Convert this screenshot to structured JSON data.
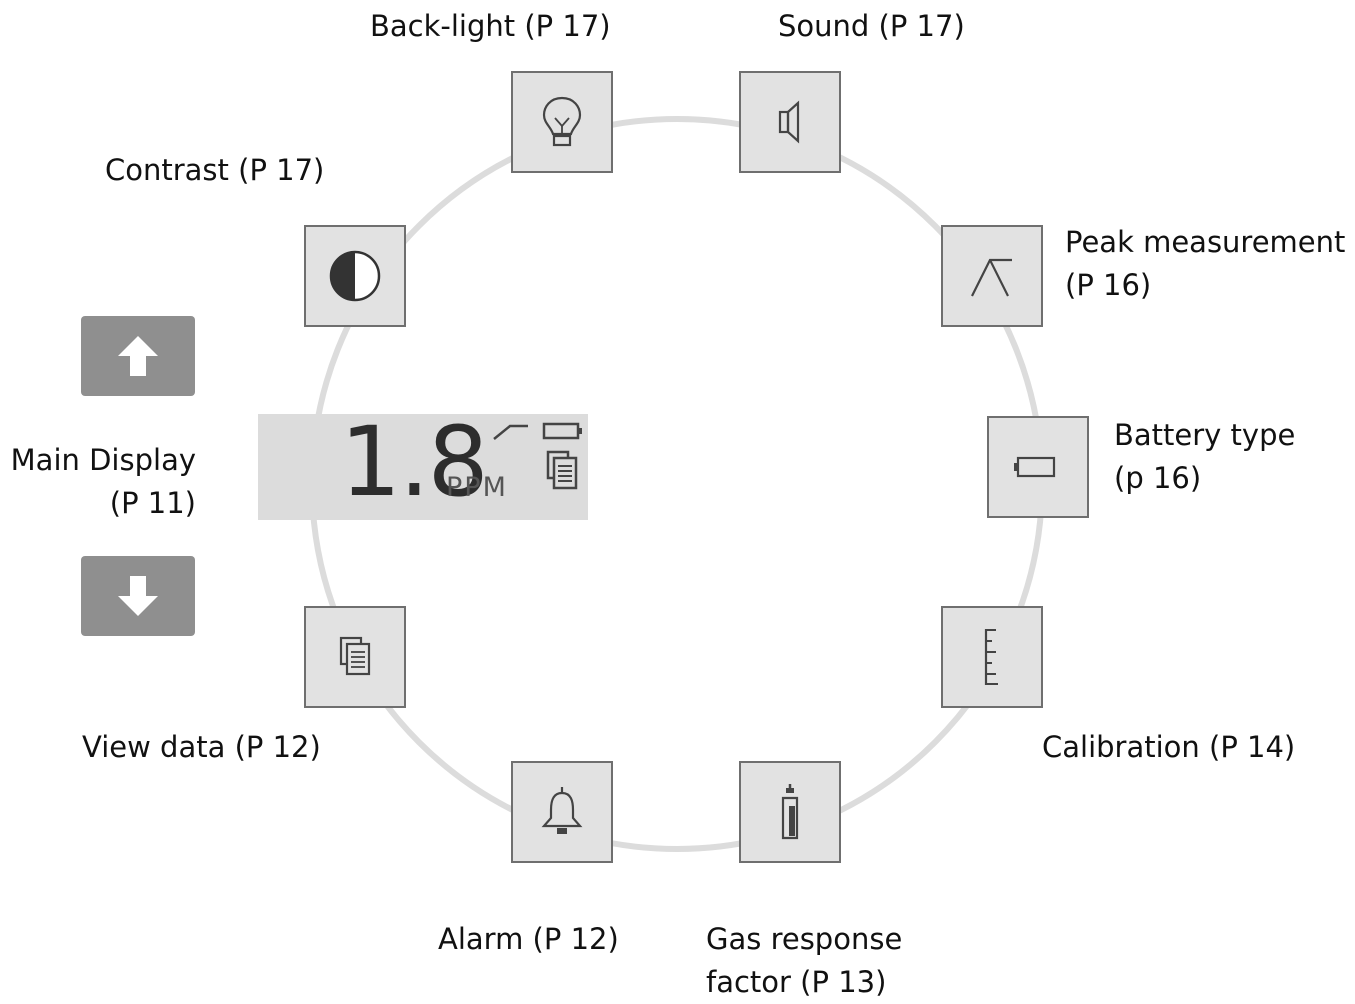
{
  "main_display": {
    "label_line1": "Main Display",
    "label_line2": "(P 11)",
    "reading": "1.8",
    "unit": "PPM"
  },
  "menu_items": {
    "backlight": {
      "label": "Back-light (P 17)",
      "icon": "lightbulb-icon"
    },
    "sound": {
      "label": "Sound (P 17)",
      "icon": "speaker-icon"
    },
    "peak": {
      "label_line1": "Peak measurement",
      "label_line2": "(P 16)",
      "icon": "peak-icon"
    },
    "battery": {
      "label_line1": "Battery type",
      "label_line2": "(p 16)",
      "icon": "battery-icon"
    },
    "calibration": {
      "label": "Calibration (P 14)",
      "icon": "ruler-icon"
    },
    "gas_response": {
      "label_line1": "Gas response",
      "label_line2": "factor (P 13)",
      "icon": "gas-cylinder-icon"
    },
    "alarm": {
      "label": "Alarm (P 12)",
      "icon": "bell-icon"
    },
    "view_data": {
      "label": "View data (P 12)",
      "icon": "documents-icon"
    },
    "contrast": {
      "label": "Contrast (P 17)",
      "icon": "contrast-icon"
    }
  },
  "navigation": {
    "up": {
      "icon": "arrow-up-icon"
    },
    "down": {
      "icon": "arrow-down-icon"
    }
  },
  "colors": {
    "tile_fill": "#e2e2e2",
    "tile_border": "#6f6f6f",
    "ring": "#dcdcdc",
    "nav_button": "#8f8f8f",
    "lcd": "#dcdcdc"
  }
}
